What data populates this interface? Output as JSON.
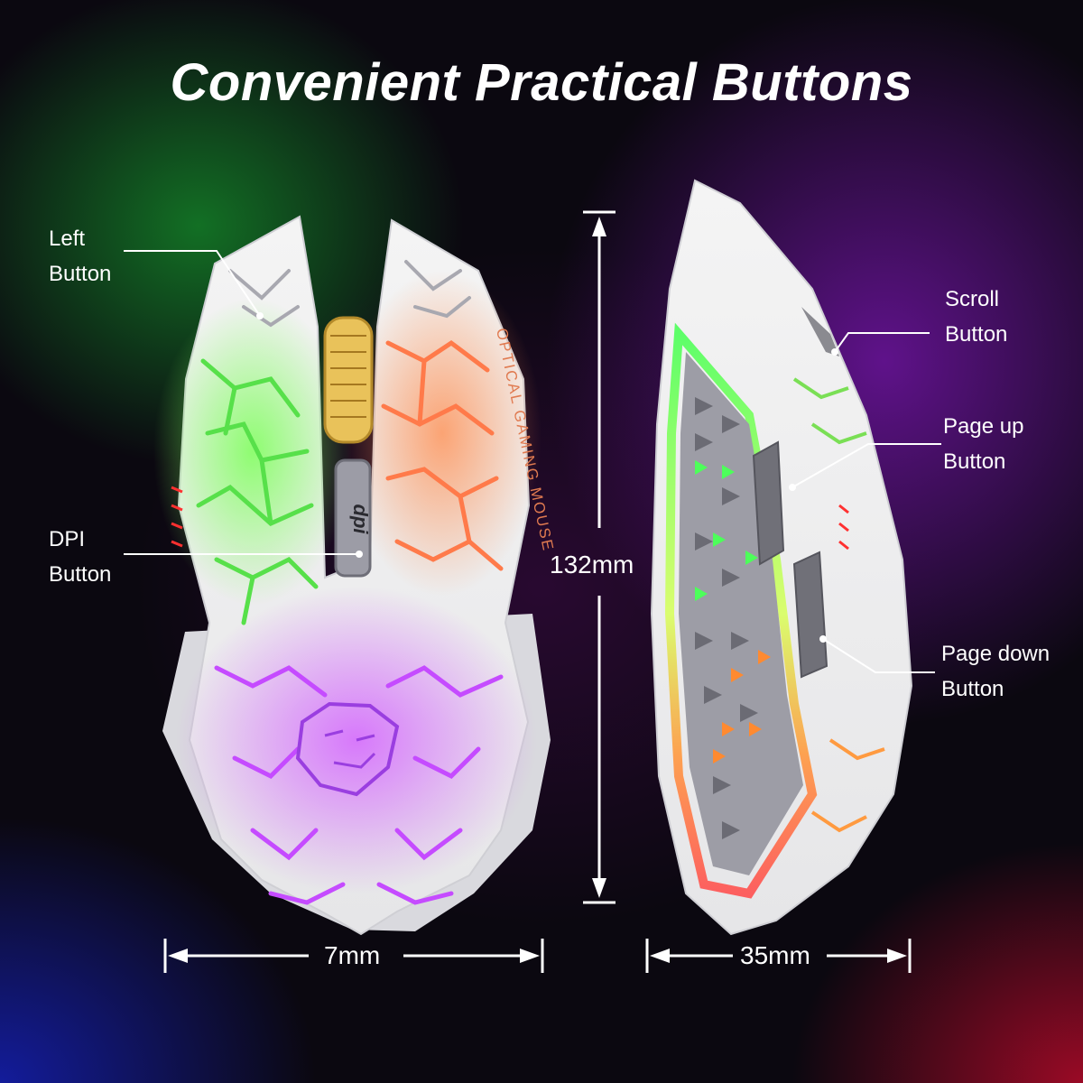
{
  "title": "Convenient Practical Buttons",
  "labels": {
    "left": [
      "Left",
      "Button"
    ],
    "dpi": [
      "DPI",
      "Button"
    ],
    "scroll": [
      "Scroll",
      "Button"
    ],
    "page_up": [
      "Page up",
      "Button"
    ],
    "page_down": [
      "Page down",
      "Button"
    ]
  },
  "dimensions": {
    "height": "132mm",
    "width_top_view": "7mm",
    "width_side_view": "35mm"
  },
  "mouse_print": {
    "side_text": "OPTICAL GAMING MOUSE",
    "dpi_badge": "dpi"
  },
  "colors": {
    "glow_green": "#39ff4a",
    "glow_orange": "#ff7a30",
    "glow_purple": "#c040ff",
    "shell": "#f2f2f2"
  }
}
